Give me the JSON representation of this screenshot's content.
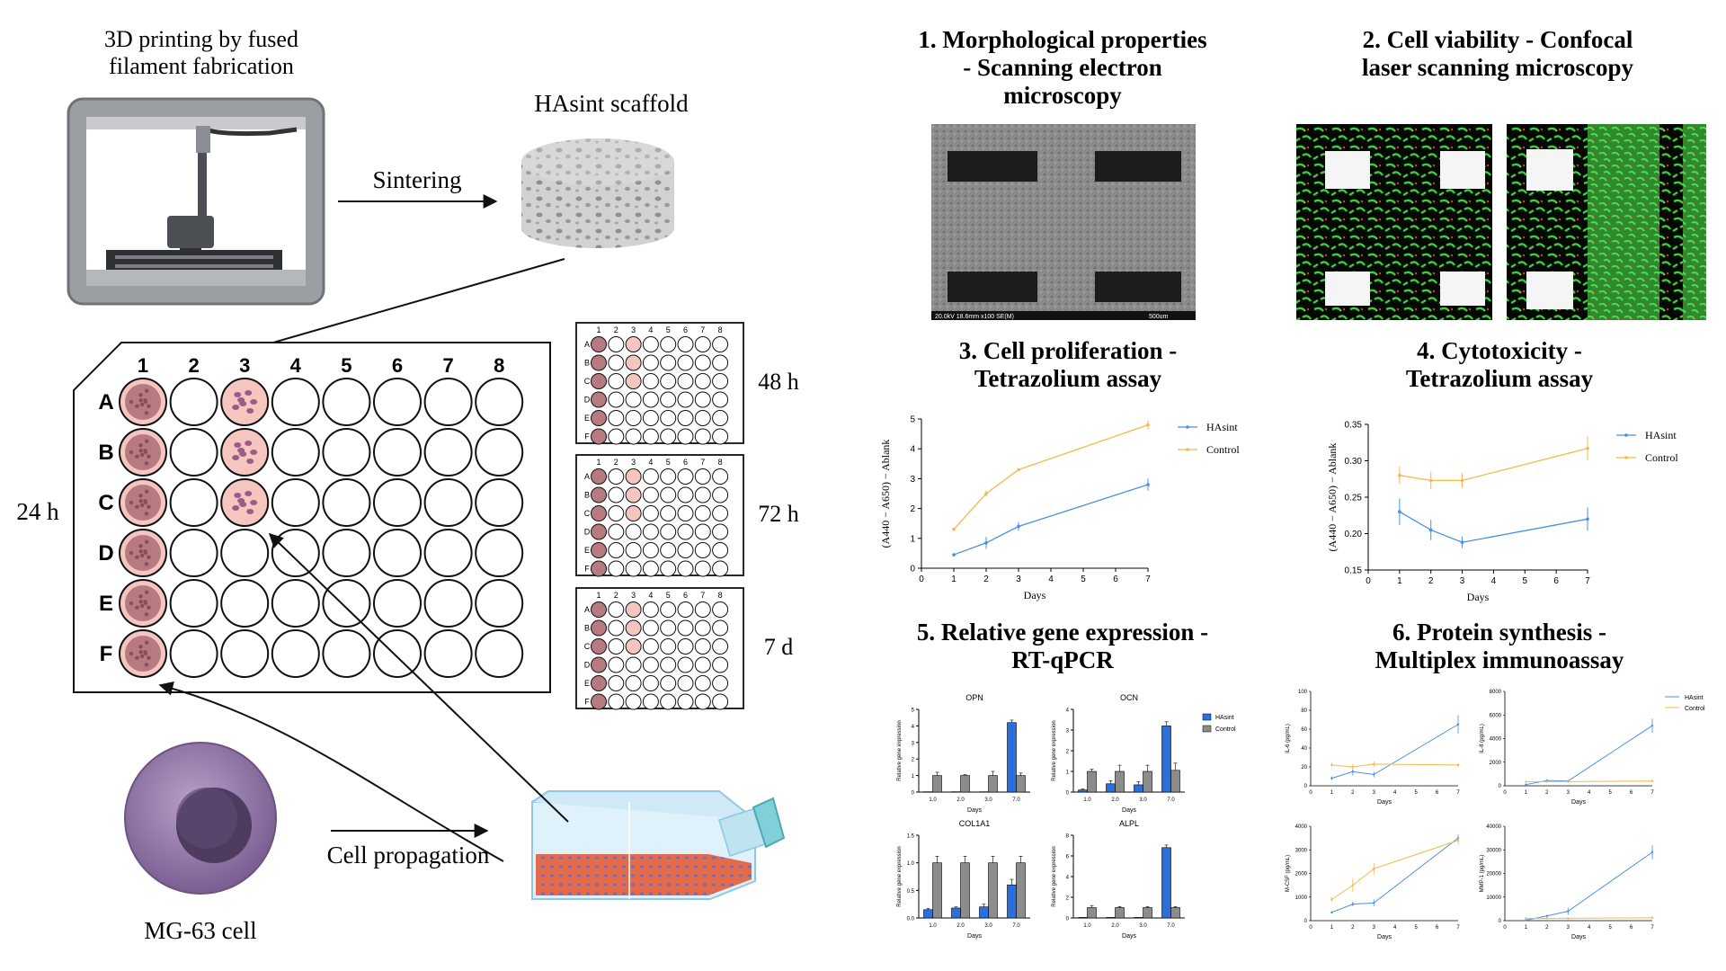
{
  "workflow": {
    "printing_title": [
      "3D printing by fused",
      "filament fabrication"
    ],
    "scaffold_label": "HAsint scaffold",
    "sintering_label": "Sintering",
    "cell_label": "MG-63 cell",
    "propagation_label": "Cell propagation",
    "plate_time": "24 h",
    "plate_columns": [
      "1",
      "2",
      "3",
      "4",
      "5",
      "6",
      "7",
      "8"
    ],
    "plate_rows": [
      "A",
      "B",
      "C",
      "D",
      "E",
      "F"
    ],
    "small_plates": [
      "48 h",
      "72 h",
      "7 d"
    ]
  },
  "panels": {
    "p1_title": [
      "1. Morphological properties",
      "- Scanning electron",
      "microscopy"
    ],
    "sem_info": "20.0kV 18.6mm x100 SE(M)",
    "sem_scale": "500um",
    "p2_title": [
      "2. Cell viability - Confocal",
      "laser scanning microscopy"
    ],
    "p3_title": [
      "3. Cell proliferation -",
      "Tetrazolium assay"
    ],
    "p4_title": [
      "4. Cytotoxicity -",
      "Tetrazolium assay"
    ],
    "p5_title": [
      "5. Relative gene expression -",
      "RT-qPCR"
    ],
    "p6_title": [
      "6. Protein synthesis -",
      "Multiplex immunoassay"
    ]
  },
  "colors": {
    "hasint": "#4a90e2",
    "control": "#f5b849",
    "bar_hasint": "#2a6fdb",
    "bar_control": "#8c8c8c",
    "well_fill": "#f5c6c0"
  },
  "chart_data": [
    {
      "id": "proliferation",
      "type": "line",
      "x": [
        1,
        2,
        3,
        7
      ],
      "xlabel": "Days",
      "ylabel": "(A440 − A650) − Ablank",
      "xlim": [
        0,
        7
      ],
      "ylim": [
        0,
        5
      ],
      "xticks": [
        "0",
        "1",
        "2",
        "3",
        "4",
        "5",
        "6",
        "7"
      ],
      "yticks": [
        "0",
        "1",
        "2",
        "3",
        "4",
        "5"
      ],
      "series": [
        {
          "name": "HAsint",
          "values": [
            0.45,
            0.85,
            1.4,
            2.8
          ],
          "err": [
            0.05,
            0.2,
            0.15,
            0.2
          ]
        },
        {
          "name": "Control",
          "values": [
            1.3,
            2.5,
            3.3,
            4.8
          ],
          "err": [
            0.05,
            0.1,
            0.05,
            0.15
          ]
        }
      ],
      "legend": "top-right"
    },
    {
      "id": "cytotoxicity",
      "type": "line",
      "x": [
        1,
        2,
        3,
        7
      ],
      "xlabel": "Days",
      "ylabel": "(A440 − A650) − Ablank",
      "xlim": [
        0,
        7
      ],
      "ylim": [
        0.15,
        0.35
      ],
      "xticks": [
        "0",
        "1",
        "2",
        "3",
        "4",
        "5",
        "6",
        "7"
      ],
      "yticks": [
        "0.15",
        "0.20",
        "0.25",
        "0.30",
        "0.35"
      ],
      "series": [
        {
          "name": "HAsint",
          "values": [
            0.23,
            0.205,
            0.188,
            0.22
          ],
          "err": [
            0.018,
            0.014,
            0.008,
            0.016
          ]
        },
        {
          "name": "Control",
          "values": [
            0.28,
            0.273,
            0.273,
            0.317
          ],
          "err": [
            0.012,
            0.012,
            0.01,
            0.016
          ]
        }
      ],
      "legend": "top-right"
    },
    {
      "id": "gene_expression",
      "type": "bar",
      "categories": [
        "1.0",
        "2.0",
        "3.0",
        "7.0"
      ],
      "xlabel": "Days",
      "ylabel": "Relative gene expression",
      "legend": [
        "HAsint",
        "Control"
      ],
      "subplots": [
        {
          "title": "OPN",
          "ylim": [
            0,
            5
          ],
          "yticks": [
            "0",
            "1",
            "2",
            "3",
            "4",
            "5"
          ],
          "hasint": [
            0.02,
            0.02,
            0.02,
            4.2
          ],
          "control": [
            1.0,
            1.0,
            1.0,
            1.0
          ],
          "hasint_err": [
            0,
            0,
            0,
            0.15
          ],
          "control_err": [
            0.2,
            0.05,
            0.25,
            0.15
          ]
        },
        {
          "title": "OCN",
          "ylim": [
            0,
            4
          ],
          "yticks": [
            "0",
            "1",
            "2",
            "3",
            "4"
          ],
          "hasint": [
            0.1,
            0.4,
            0.35,
            3.2
          ],
          "control": [
            1.0,
            1.0,
            1.0,
            1.05
          ],
          "hasint_err": [
            0.05,
            0.15,
            0.15,
            0.2
          ],
          "control_err": [
            0.1,
            0.3,
            0.3,
            0.35
          ]
        },
        {
          "title": "COL1A1",
          "ylim": [
            0,
            1.5
          ],
          "yticks": [
            "0.0",
            "0.5",
            "1.0",
            "1.5"
          ],
          "hasint": [
            0.15,
            0.18,
            0.2,
            0.6
          ],
          "control": [
            1.0,
            1.0,
            1.0,
            1.0
          ],
          "hasint_err": [
            0.02,
            0.02,
            0.05,
            0.1
          ],
          "control_err": [
            0.12,
            0.12,
            0.12,
            0.12
          ]
        },
        {
          "title": "ALPL",
          "ylim": [
            0,
            8
          ],
          "yticks": [
            "0",
            "2",
            "4",
            "6",
            "8"
          ],
          "hasint": [
            0.05,
            0.05,
            0.05,
            6.8
          ],
          "control": [
            1.0,
            1.0,
            1.0,
            1.0
          ],
          "hasint_err": [
            0,
            0,
            0,
            0.25
          ],
          "control_err": [
            0.2,
            0.1,
            0.1,
            0.1
          ]
        }
      ]
    },
    {
      "id": "protein_synthesis",
      "type": "line",
      "x": [
        1,
        2,
        3,
        7
      ],
      "xlabel": "Days",
      "legend": [
        "HAsint",
        "Control"
      ],
      "xticks": [
        "0",
        "1",
        "2",
        "3",
        "4",
        "5",
        "6",
        "7"
      ],
      "subplots": [
        {
          "ylabel": "IL-6 (pg/mL)",
          "ylim": [
            0,
            100
          ],
          "yticks": [
            "0",
            "20",
            "40",
            "60",
            "80",
            "100"
          ],
          "hasint": [
            8,
            15,
            12,
            65
          ],
          "control": [
            22,
            20,
            23,
            22
          ],
          "hasint_err": [
            2,
            4,
            3,
            10
          ],
          "control_err": [
            2,
            3,
            3,
            2
          ]
        },
        {
          "ylabel": "IL-8 (pg/mL)",
          "ylim": [
            0,
            8000
          ],
          "yticks": [
            "0",
            "2000",
            "4000",
            "6000",
            "8000"
          ],
          "hasint": [
            100,
            450,
            400,
            5100
          ],
          "control": [
            350,
            350,
            350,
            400
          ],
          "hasint_err": [
            30,
            50,
            50,
            600
          ],
          "control_err": [
            20,
            20,
            20,
            20
          ]
        },
        {
          "ylabel": "M-CSF (pg/mL)",
          "ylim": [
            0,
            4000
          ],
          "yticks": [
            "0",
            "1000",
            "2000",
            "3000",
            "4000"
          ],
          "hasint": [
            350,
            700,
            750,
            3500
          ],
          "control": [
            900,
            1500,
            2200,
            3400
          ],
          "hasint_err": [
            50,
            100,
            150,
            150
          ],
          "control_err": [
            100,
            300,
            250,
            150
          ]
        },
        {
          "ylabel": "MMP-1 (pg/mL)",
          "ylim": [
            0,
            40000
          ],
          "yticks": [
            "0",
            "10000",
            "20000",
            "30000",
            "40000"
          ],
          "hasint": [
            200,
            2000,
            4000,
            29000
          ],
          "control": [
            1000,
            1000,
            1000,
            1200
          ],
          "hasint_err": [
            100,
            500,
            1500,
            3000
          ],
          "control_err": [
            100,
            100,
            100,
            100
          ]
        }
      ]
    }
  ]
}
